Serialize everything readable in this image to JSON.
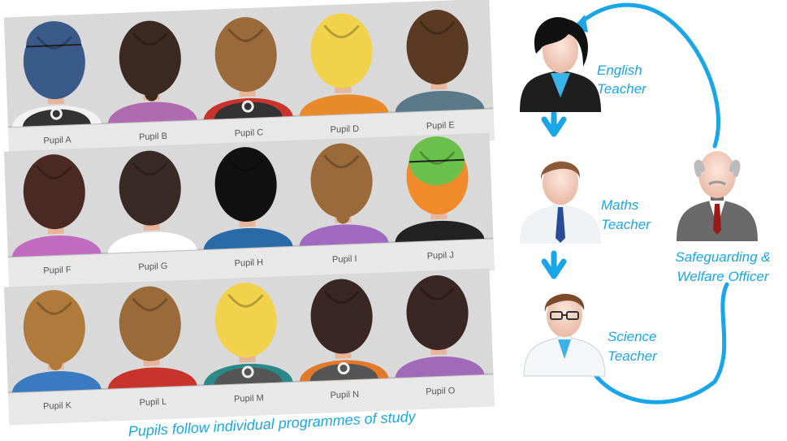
{
  "rows": [
    {
      "pupils": [
        {
          "label": "Pupil A",
          "hair": "#3a5a8a",
          "shirt": "#f2f2f2",
          "cap": true,
          "backpack": "#333333"
        },
        {
          "label": "Pupil B",
          "hair": "#3b2a22",
          "shirt": "#b06ab0",
          "ponytail": true
        },
        {
          "label": "Pupil C",
          "hair": "#9a6a3a",
          "shirt": "#c8342c",
          "backpack": "#333333"
        },
        {
          "label": "Pupil D",
          "hair": "#f2d24a",
          "shirt": "#e88a2a"
        },
        {
          "label": "Pupil E",
          "hair": "#5a3a22",
          "shirt": "#5a7a8a"
        }
      ]
    },
    {
      "pupils": [
        {
          "label": "Pupil F",
          "hair": "#4a2a22",
          "shirt": "#c06ac0"
        },
        {
          "label": "Pupil G",
          "hair": "#3a2a26",
          "shirt": "#ffffff"
        },
        {
          "label": "Pupil H",
          "hair": "#111111",
          "shirt": "#2a6aa6"
        },
        {
          "label": "Pupil I",
          "hair": "#9a6a3a",
          "shirt": "#a06ac0",
          "ponytail": true
        },
        {
          "label": "Pupil J",
          "hair": "#f08a2a",
          "shirt": "#222222",
          "cap": true,
          "capColor": "#6ac04a"
        }
      ]
    },
    {
      "pupils": [
        {
          "label": "Pupil K",
          "hair": "#b07a3a",
          "shirt": "#3a7ac0",
          "ponytail": true
        },
        {
          "label": "Pupil L",
          "hair": "#9a6a3a",
          "shirt": "#c8342c"
        },
        {
          "label": "Pupil M",
          "hair": "#f2d24a",
          "shirt": "#2a8a8a",
          "backpack": "#555555"
        },
        {
          "label": "Pupil N",
          "hair": "#3a2622",
          "shirt": "#e07a2a",
          "backpack": "#555555"
        },
        {
          "label": "Pupil O",
          "hair": "#3a2622",
          "shirt": "#a06ab8"
        }
      ]
    }
  ],
  "caption": "Pupils follow individual programmes of study",
  "staff": {
    "english": {
      "line1": "English",
      "line2": "Teacher"
    },
    "maths": {
      "line1": "Maths",
      "line2": "Teacher"
    },
    "science": {
      "line1": "Science",
      "line2": "Teacher"
    },
    "officer": {
      "line1": "Safeguarding &",
      "line2": "Welfare Officer"
    }
  },
  "colors": {
    "accent": "#1aa6e6",
    "panel": "#d9d9d9",
    "panelStrip": "#e8e8e8"
  }
}
